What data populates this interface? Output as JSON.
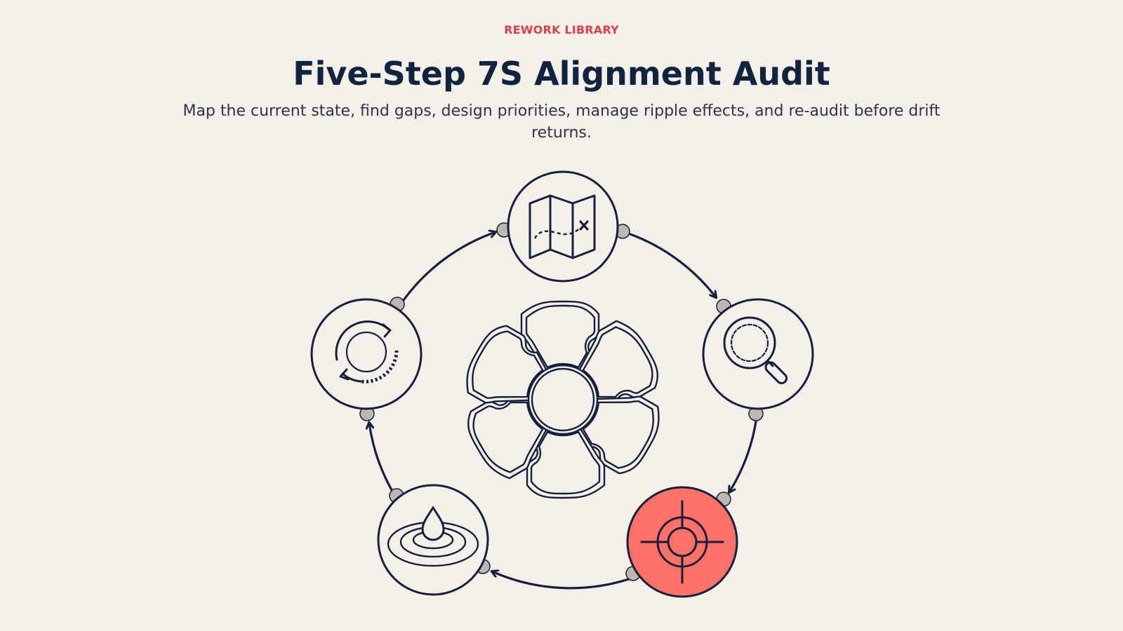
{
  "header": {
    "eyebrow": "REWORK LIBRARY",
    "title": "Five-Step 7S Alignment Audit",
    "subtitle": "Map the current state, find gaps, design priorities, manage ripple effects, and re-audit before drift returns."
  },
  "colors": {
    "background": "#f4f0e9",
    "ink": "#14213d",
    "accent": "#d9414a",
    "highlight": "#ff7166",
    "connector": "#bdb7b0"
  },
  "steps": [
    {
      "icon": "map-icon",
      "highlighted": false
    },
    {
      "icon": "magnifier-icon",
      "highlighted": false
    },
    {
      "icon": "target-icon",
      "highlighted": true
    },
    {
      "icon": "ripple-drop-icon",
      "highlighted": false
    },
    {
      "icon": "cycle-refresh-icon",
      "highlighted": false
    }
  ],
  "center": {
    "icon": "seven-piece-puzzle-icon"
  }
}
